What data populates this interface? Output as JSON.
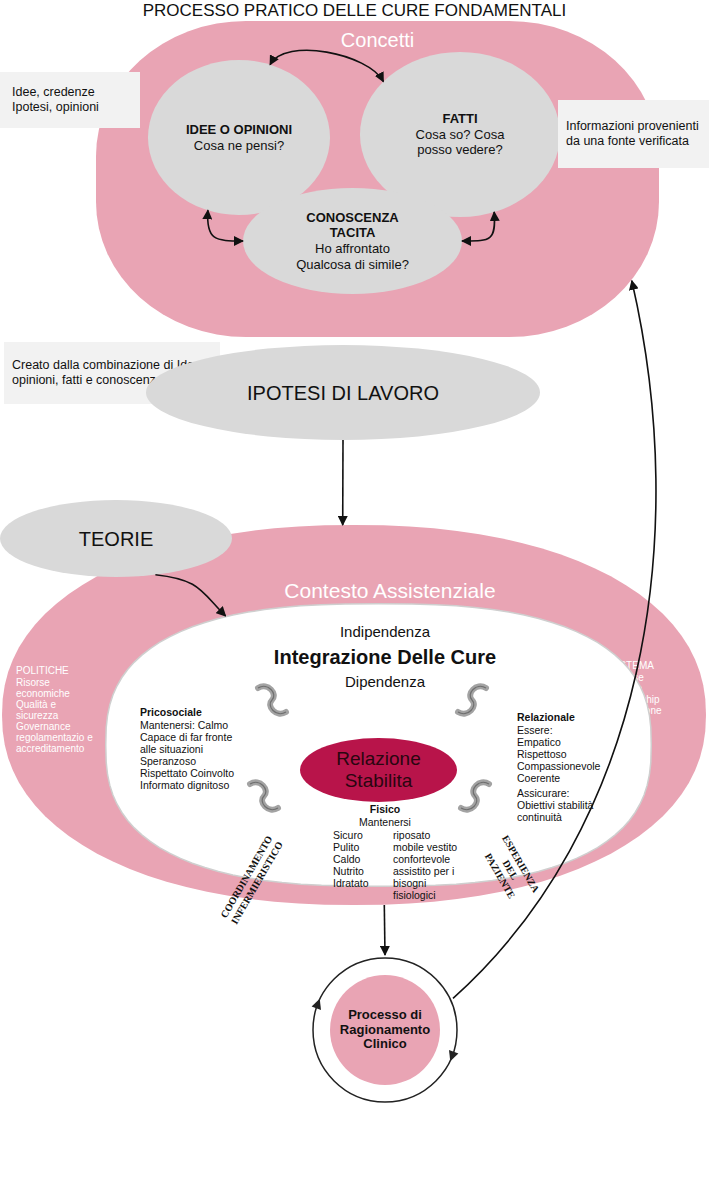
{
  "diagram": {
    "title": "PROCESSO PRATICO DELLE CURE FONDAMENTALI",
    "nodes": [
      {
        "text": [
          "Concetti"
        ]
      },
      {
        "text": [
          "Idee, credenze Ipotesi, opinioni"
        ]
      },
      {
        "text": [
          "IDEE O OPINIONI",
          "Cosa ne pensi?"
        ],
        "in": 0
      },
      {
        "text": [
          "FATTI",
          "Cosa so? Cosa posso vedere?"
        ],
        "in": 0
      },
      {
        "text": [
          "Informazioni provenienti da una fonte verificata"
        ]
      },
      {
        "text": [
          "CONOSCENZA TACITA",
          "Ho affrontato Qualcosa di simile?"
        ],
        "in": 0
      },
      {
        "text": [
          "Creato dalla combinazione di Idee opinioni, fatti e conoscenza tacita"
        ]
      },
      {
        "text": [
          "IPOTESI DI LAVORO"
        ]
      },
      {
        "text": [
          "TEORIE"
        ]
      },
      {
        "text": [
          "Contesto Assistenziale",
          "POLITICHE",
          "Risorse economiche Qualità e sicurezza Governance regolamentazio e accreditamento",
          "SISTEMA",
          "Risorse Cultura Leadership Valutazione e feedback"
        ]
      },
      {
        "text": [
          "Indipendenza",
          "Integrazione Delle Cure",
          "Dipendenza",
          "Pricosociale",
          "Mantenersi: Calmo Capace di far fronte alle situazioni Speranzoso Rispettato Coinvolto Informato dignitoso",
          "Relazionale",
          "Essere: Empatico Rispettoso Compassionevole Coerente",
          "Assicurare: Obiettivi stabilità continuità",
          "Fisico",
          "Mantenersi",
          "Sicuro Pulito Caldo Nutrito Idratato",
          "riposato mobile vestito confortevole assistito per i bisogni fisiologici",
          "COORDINAMENTO INFERMIERISTICO",
          "ESPERIENZA DEL PAZIENTE"
        ],
        "in": 9
      },
      {
        "text": [
          "Relazione Stabilita"
        ],
        "in": 10
      },
      {
        "text": [
          "Processo di Ragionamento Clinico"
        ]
      }
    ],
    "edges": [
      {
        "from": 2,
        "to": 3,
        "arrow": "both"
      },
      {
        "from": 2,
        "to": 5,
        "arrow": "both"
      },
      {
        "from": 3,
        "to": 5,
        "arrow": "both"
      },
      {
        "from": 7,
        "to": 9,
        "arrow": "to"
      },
      {
        "from": 8,
        "to": 10,
        "arrow": "to"
      },
      {
        "from": 9,
        "to": 12,
        "arrow": "to"
      },
      {
        "from": 12,
        "to": 0,
        "arrow": "to"
      }
    ]
  }
}
